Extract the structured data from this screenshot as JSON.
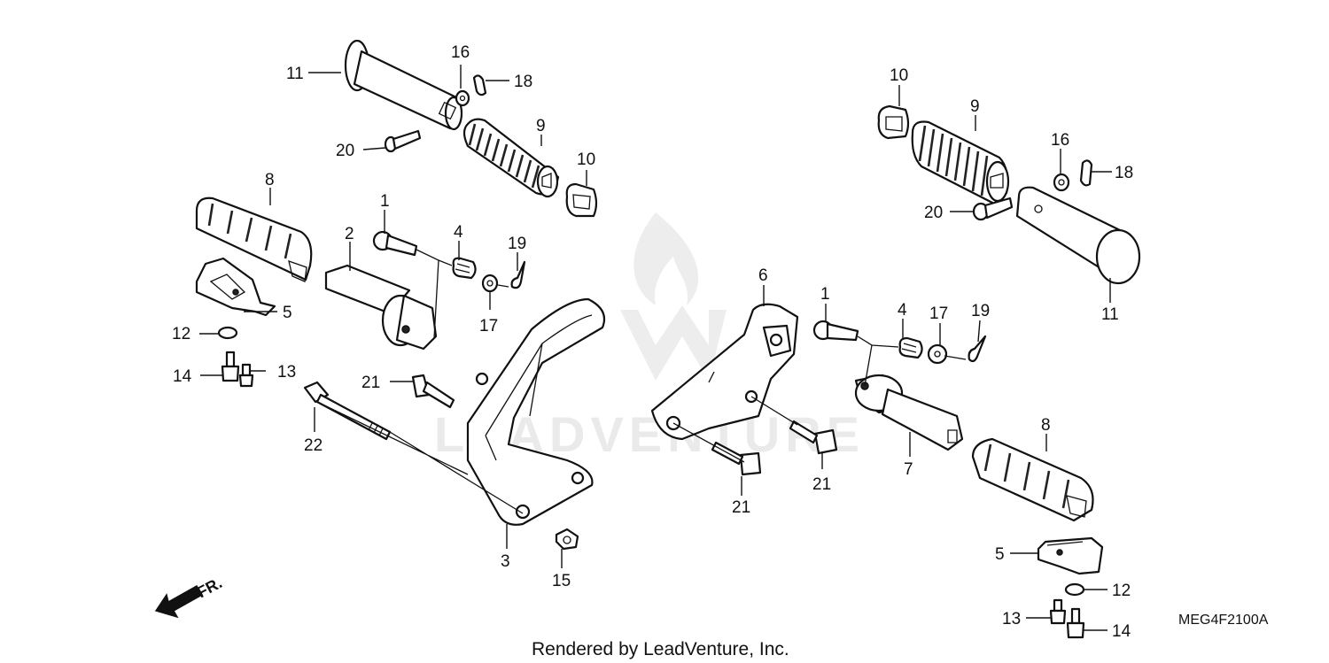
{
  "diagram": {
    "footer_text": "Rendered by LeadVenture, Inc.",
    "code": "MEG4F2100A",
    "watermark_text": "LEADVENTURE",
    "direction_label": "FR.",
    "callouts": [
      {
        "id": "c11a",
        "label": "11"
      },
      {
        "id": "c16a",
        "label": "16"
      },
      {
        "id": "c18a",
        "label": "18"
      },
      {
        "id": "c20a",
        "label": "20"
      },
      {
        "id": "c9a",
        "label": "9"
      },
      {
        "id": "c10a",
        "label": "10"
      },
      {
        "id": "c8a",
        "label": "8"
      },
      {
        "id": "c1a",
        "label": "1"
      },
      {
        "id": "c2",
        "label": "2"
      },
      {
        "id": "c4a",
        "label": "4"
      },
      {
        "id": "c19a",
        "label": "19"
      },
      {
        "id": "c17a",
        "label": "17"
      },
      {
        "id": "c5a",
        "label": "5"
      },
      {
        "id": "c12a",
        "label": "12"
      },
      {
        "id": "c14a",
        "label": "14"
      },
      {
        "id": "c13a",
        "label": "13"
      },
      {
        "id": "c21a",
        "label": "21"
      },
      {
        "id": "c22",
        "label": "22"
      },
      {
        "id": "c3",
        "label": "3"
      },
      {
        "id": "c15",
        "label": "15"
      },
      {
        "id": "c6",
        "label": "6"
      },
      {
        "id": "c21b",
        "label": "21"
      },
      {
        "id": "c21c",
        "label": "21"
      },
      {
        "id": "c1b",
        "label": "1"
      },
      {
        "id": "c4b",
        "label": "4"
      },
      {
        "id": "c17b",
        "label": "17"
      },
      {
        "id": "c19b",
        "label": "19"
      },
      {
        "id": "c7",
        "label": "7"
      },
      {
        "id": "c8b",
        "label": "8"
      },
      {
        "id": "c5b",
        "label": "5"
      },
      {
        "id": "c12b",
        "label": "12"
      },
      {
        "id": "c13b",
        "label": "13"
      },
      {
        "id": "c14b",
        "label": "14"
      },
      {
        "id": "c10b",
        "label": "10"
      },
      {
        "id": "c9b",
        "label": "9"
      },
      {
        "id": "c16b",
        "label": "16"
      },
      {
        "id": "c18b",
        "label": "18"
      },
      {
        "id": "c20b",
        "label": "20"
      },
      {
        "id": "c11b",
        "label": "11"
      }
    ]
  }
}
